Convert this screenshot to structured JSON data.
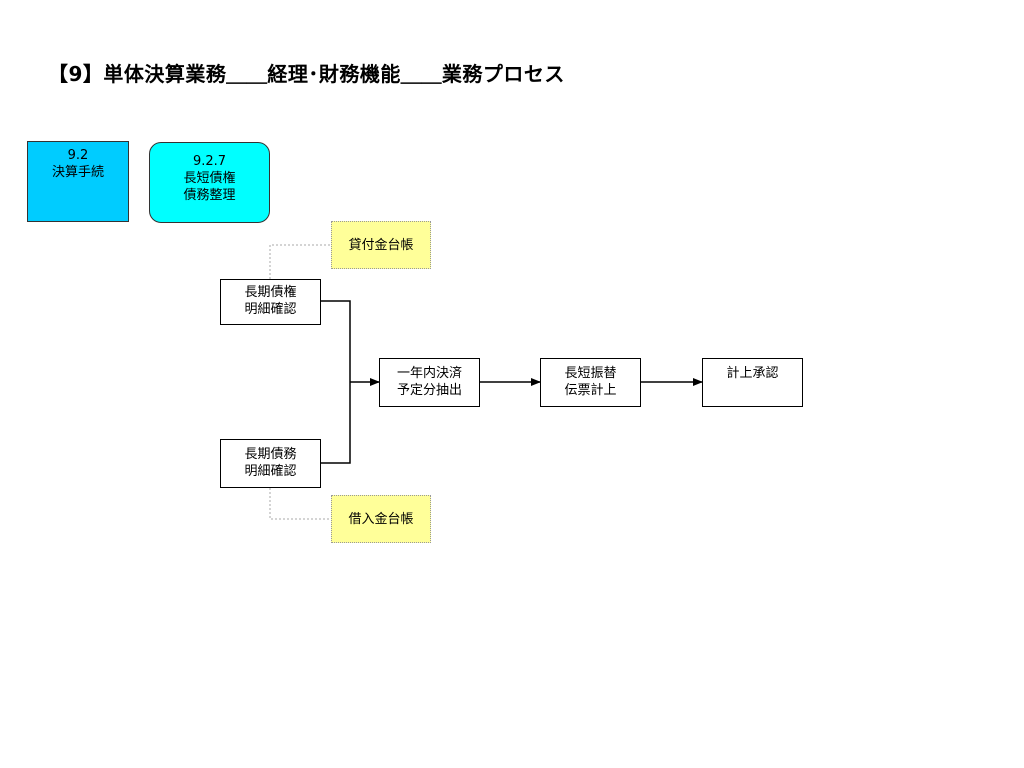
{
  "title": "【9】単体決算業務＿＿経理･財務機能＿＿業務プロセス",
  "category_box": {
    "code": "9.2",
    "name": "決算手続"
  },
  "process_box": {
    "code": "9.2.7",
    "line1": "長短債権",
    "line2": "債務整理"
  },
  "ledgers": {
    "loan_receivable": "貸付金台帳",
    "loan_payable": "借入金台帳"
  },
  "steps": {
    "receivables_check": {
      "line1": "長期債権",
      "line2": "明細確認"
    },
    "payables_check": {
      "line1": "長期債務",
      "line2": "明細確認"
    },
    "extract": {
      "line1": "一年内決済",
      "line2": "予定分抽出"
    },
    "transfer": {
      "line1": "長短振替",
      "line2": "伝票計上"
    },
    "approve": {
      "line1": "計上承認"
    }
  },
  "colors": {
    "category_fill": "#00ccff",
    "process_fill": "#00ffff",
    "ledger_fill": "#ffff99",
    "step_fill": "#ffffff"
  }
}
